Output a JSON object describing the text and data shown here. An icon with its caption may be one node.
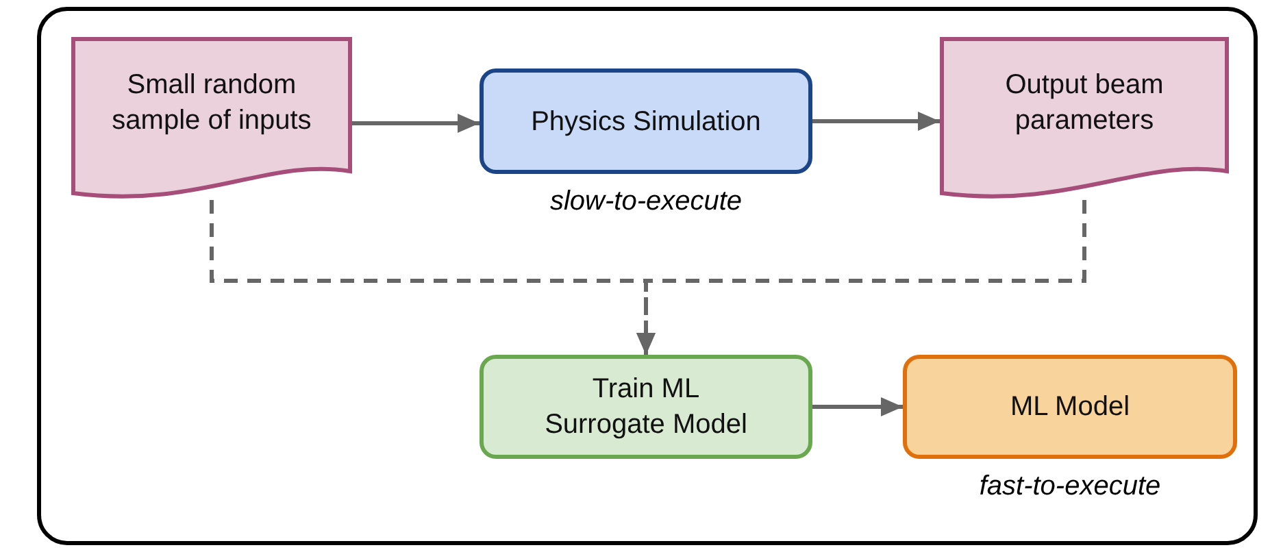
{
  "diagram": {
    "nodes": [
      {
        "text": [
          "Small random sample of inputs"
        ]
      },
      {
        "text": [
          "Physics Simulation"
        ],
        "beside": [
          "slow-to-execute"
        ]
      },
      {
        "text": [
          "Output beam parameters"
        ]
      },
      {
        "text": [
          "Train ML Surrogate Model"
        ]
      },
      {
        "text": [
          "ML Model"
        ],
        "beside": [
          "fast-to-execute"
        ]
      }
    ],
    "edges": [
      {
        "from": 0,
        "to": 1,
        "arrow": "to"
      },
      {
        "from": 1,
        "to": 2,
        "arrow": "to"
      },
      {
        "from": 0,
        "to": 3,
        "arrow": "to",
        "style": "dashed"
      },
      {
        "from": 2,
        "to": 3,
        "arrow": "to",
        "style": "dashed"
      },
      {
        "from": 3,
        "to": 4,
        "arrow": "to"
      }
    ]
  }
}
